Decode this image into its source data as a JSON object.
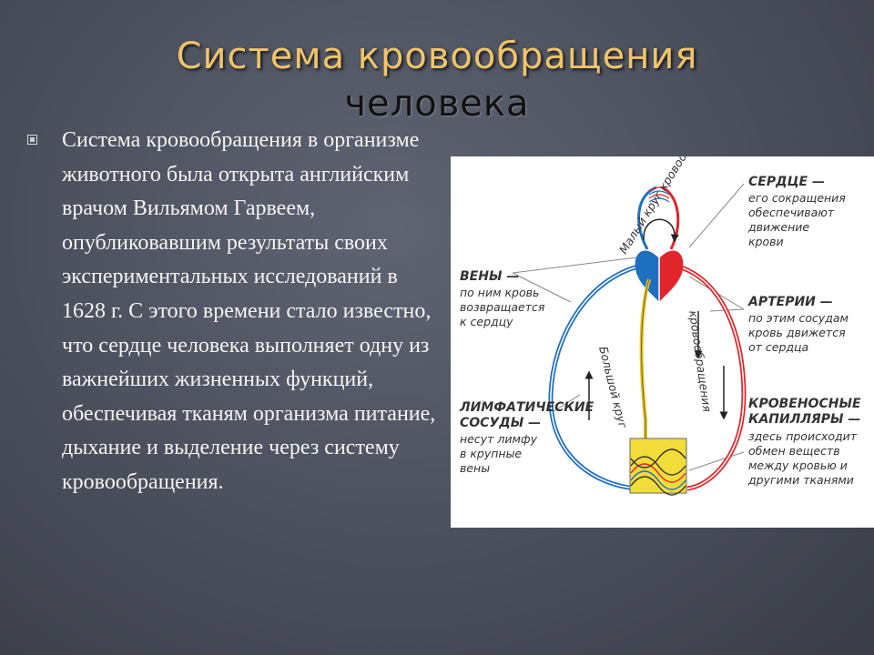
{
  "slide": {
    "title_line1": "Система кровообращения",
    "title_line2": "человека",
    "bullet_text": "Система кровообращения в организме животного была открыта английским врачом Вильямом Гарвеем, опубликовавшим результаты своих экспериментальных исследований в 1628 г. С этого времени стало известно, что сердце человека выполняет одну из важнейших жизненных функций, обеспечивая тканям организма питание, дыхание и выделение через систему кровообращения."
  },
  "diagram": {
    "small_circle_label": "Малый круг кровообращения",
    "large_circle_left": "Большой круг",
    "large_circle_right": "кровообращения",
    "heart": {
      "title": "СЕРДЦЕ —",
      "lines": [
        "его сокращения",
        "обеспечивают",
        "движение",
        "крови"
      ]
    },
    "veins": {
      "title": "ВЕНЫ —",
      "lines": [
        "по ним кровь",
        "возвращается",
        "к сердцу"
      ]
    },
    "arteries": {
      "title": "АРТЕРИИ —",
      "lines": [
        "по этим сосудам",
        "кровь движется",
        "от сердца"
      ]
    },
    "lymph": {
      "title1": "ЛИМФАТИЧЕСКИЕ",
      "title2": "СОСУДЫ —",
      "lines": [
        "несут лимфу",
        "в крупные",
        "вены"
      ]
    },
    "capillaries": {
      "title1": "КРОВЕНОСНЫЕ",
      "title2": "КАПИЛЛЯРЫ —",
      "lines": [
        "здесь происходит",
        "обмен веществ",
        "между кровью и",
        "другими тканями"
      ]
    },
    "colors": {
      "arterial": "#e0262b",
      "venous": "#1f6fc1",
      "lymph": "#e6c21a",
      "capillary_box": "#f2dc3a"
    }
  }
}
